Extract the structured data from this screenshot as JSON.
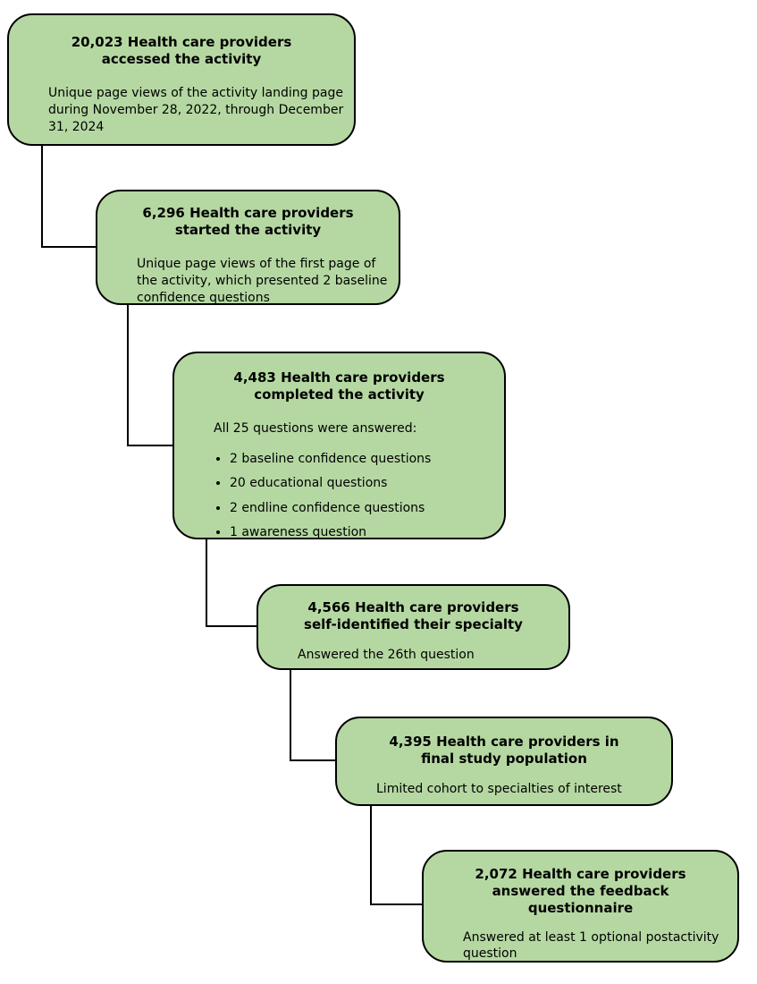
{
  "diagram": {
    "type": "flowchart",
    "background": "#ffffff",
    "box_fill": "#b5d8a2",
    "box_border": "#000000",
    "text_color": "#000000",
    "connector_color": "#000000",
    "boxes": [
      {
        "name": "accessed-the-activity",
        "count": "20,023",
        "title": "20,023 Health care providers accessed the activity",
        "title_lines": [
          "20,023 Health care providers",
          "accessed the activity"
        ],
        "body": "Unique page views of the activity landing page during November 28, 2022, through December 31, 2024"
      },
      {
        "name": "started-the-activity",
        "count": "6,296",
        "title": "6,296 Health care providers started the activity",
        "title_lines": [
          "6,296 Health care providers",
          "started the activity"
        ],
        "body": "Unique page views of the first page of the activity, which presented 2 baseline confidence questions"
      },
      {
        "name": "completed-the-activity",
        "count": "4,483",
        "title": "4,483 Health care providers completed the activity",
        "title_lines": [
          "4,483 Health care providers",
          "completed the activity"
        ],
        "body": "All 25 questions were answered:",
        "bullets": [
          "2 baseline confidence questions",
          "20 educational questions",
          "2 endline confidence questions",
          "1 awareness question"
        ]
      },
      {
        "name": "self-identified-specialty",
        "count": "4,566",
        "title": "4,566 Health care providers self-identified their specialty",
        "title_lines": [
          "4,566 Health care providers",
          "self-identified their specialty"
        ],
        "body": "Answered the 26th question"
      },
      {
        "name": "final-study-population",
        "count": "4,395",
        "title": "4,395 Health care providers in final study population",
        "title_lines": [
          "4,395 Health care providers in",
          "final study population"
        ],
        "body": "Limited cohort to specialties of interest"
      },
      {
        "name": "feedback-questionnaire",
        "count": "2,072",
        "title": "2,072 Health care providers answered the feedback questionnaire",
        "title_lines": [
          "2,072 Health care providers",
          "answered the feedback",
          "questionnaire"
        ],
        "body": "Answered at least 1 optional postactivity question"
      }
    ]
  }
}
